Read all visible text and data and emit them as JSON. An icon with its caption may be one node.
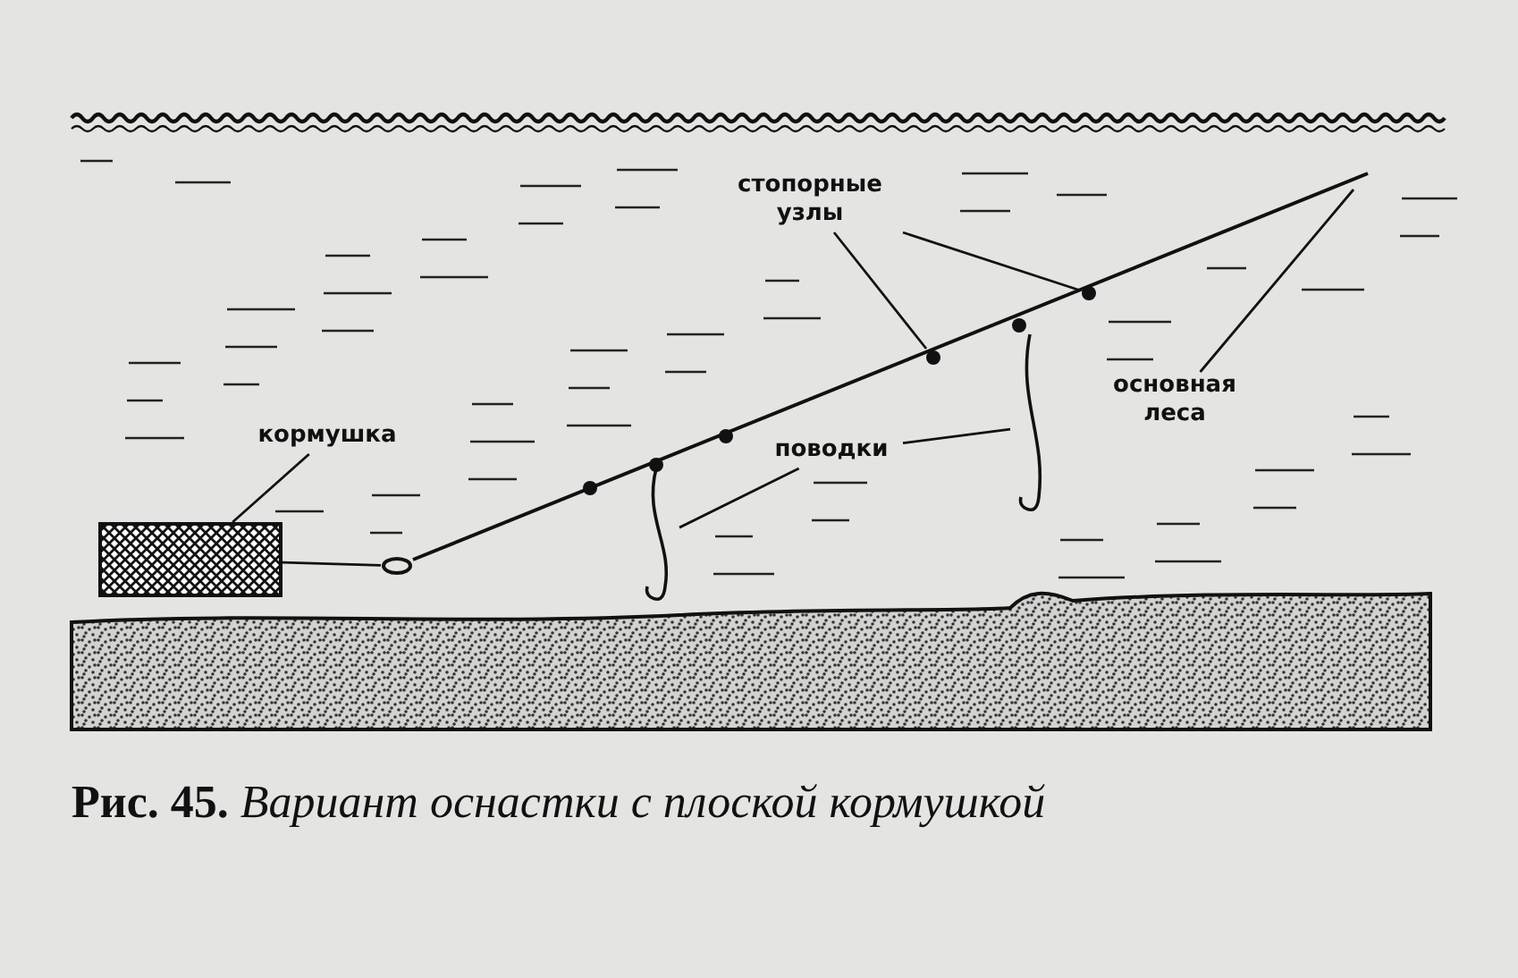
{
  "diagram": {
    "caption": "**Рис. 45.** *Вариант оснастки с плоской кормушкой*",
    "nodes": [
      {
        "text": [
          "стопорные узлы"
        ]
      },
      {
        "text": [
          "кормушка"
        ]
      },
      {
        "text": [
          "поводки"
        ]
      },
      {
        "text": [
          "основная леса"
        ]
      },
      {
        "text": [],
        "shape": "box"
      },
      {
        "text": [],
        "shape": "circle"
      },
      {
        "text": [],
        "shape": "circle"
      },
      {
        "text": [],
        "shape": "circle"
      },
      {
        "text": [],
        "shape": "circle"
      },
      {
        "text": [],
        "shape": "circle"
      },
      {
        "text": [],
        "shape": "circle"
      },
      {
        "text": [],
        "shape": "hook"
      },
      {
        "text": [],
        "shape": "hook"
      },
      {
        "text": [],
        "shape": "ring"
      }
    ],
    "edges": [
      {
        "from": 0,
        "to": 8,
        "arrow": "none"
      },
      {
        "from": 0,
        "to": 10,
        "arrow": "none"
      },
      {
        "from": 1,
        "to": 4,
        "arrow": "none"
      },
      {
        "from": 2,
        "to": 11,
        "arrow": "none"
      },
      {
        "from": 2,
        "to": 12,
        "arrow": "none"
      },
      {
        "from": 3,
        "to": null,
        "arrow": "none"
      },
      {
        "from": 4,
        "to": 13,
        "arrow": "none"
      }
    ]
  }
}
